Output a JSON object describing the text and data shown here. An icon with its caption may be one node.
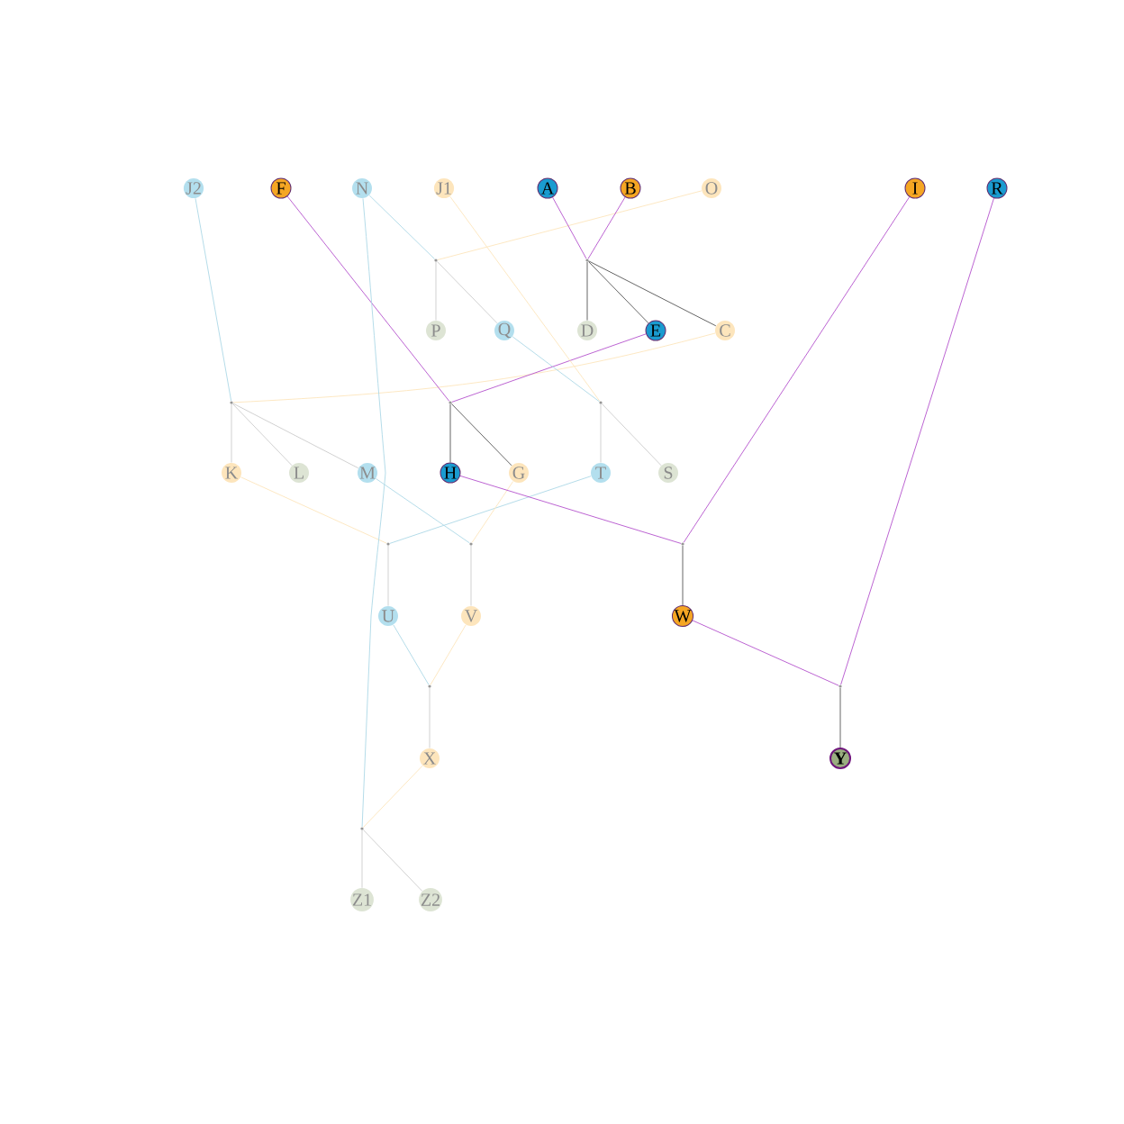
{
  "diagram": {
    "nodes": [
      {
        "text": [
          "J2"
        ]
      },
      {
        "text": [
          "F"
        ]
      },
      {
        "text": [
          "N"
        ]
      },
      {
        "text": [
          "J1"
        ]
      },
      {
        "text": [
          "A"
        ]
      },
      {
        "text": [
          "B"
        ]
      },
      {
        "text": [
          "O"
        ]
      },
      {
        "text": [
          "I"
        ]
      },
      {
        "text": [
          "R"
        ]
      },
      {
        "text": [],
        "shape": "point"
      },
      {
        "text": [],
        "shape": "point"
      },
      {
        "text": [
          "P"
        ]
      },
      {
        "text": [
          "Q"
        ]
      },
      {
        "text": [
          "D"
        ]
      },
      {
        "text": [
          "E"
        ]
      },
      {
        "text": [
          "C"
        ]
      },
      {
        "text": [],
        "shape": "point"
      },
      {
        "text": [],
        "shape": "point"
      },
      {
        "text": [],
        "shape": "point"
      },
      {
        "text": [
          "K"
        ]
      },
      {
        "text": [
          "L"
        ]
      },
      {
        "text": [
          "M"
        ]
      },
      {
        "text": [
          "H"
        ]
      },
      {
        "text": [
          "G"
        ]
      },
      {
        "text": [
          "T"
        ]
      },
      {
        "text": [
          "S"
        ]
      },
      {
        "text": [],
        "shape": "point"
      },
      {
        "text": [],
        "shape": "point"
      },
      {
        "text": [],
        "shape": "point"
      },
      {
        "text": [
          "U"
        ]
      },
      {
        "text": [
          "V"
        ]
      },
      {
        "text": [
          "W"
        ]
      },
      {
        "text": [],
        "shape": "point"
      },
      {
        "text": [],
        "shape": "point"
      },
      {
        "text": [
          "X"
        ]
      },
      {
        "text": [
          "Y"
        ]
      },
      {
        "text": [],
        "shape": "point"
      },
      {
        "text": [
          "Z1"
        ]
      },
      {
        "text": [
          "Z2"
        ]
      }
    ],
    "edges": [
      {
        "from": 2,
        "to": 9,
        "arrow": "none",
        "color": "#add8e6"
      },
      {
        "from": 6,
        "to": 9,
        "arrow": "none",
        "color": "#fde5bc"
      },
      {
        "from": 9,
        "to": 11,
        "arrow": "none"
      },
      {
        "from": 9,
        "to": 12,
        "arrow": "none"
      },
      {
        "from": 4,
        "to": 10,
        "arrow": "none",
        "color": "#b452cd"
      },
      {
        "from": 5,
        "to": 10,
        "arrow": "none",
        "color": "#b452cd"
      },
      {
        "from": 10,
        "to": 13,
        "arrow": "none",
        "color": "#555555"
      },
      {
        "from": 10,
        "to": 14,
        "arrow": "none",
        "color": "#555555"
      },
      {
        "from": 10,
        "to": 15,
        "arrow": "none",
        "color": "#555555"
      },
      {
        "from": 0,
        "to": 16,
        "arrow": "none",
        "color": "#add8e6"
      },
      {
        "from": 15,
        "to": 16,
        "arrow": "none",
        "color": "#fde5bc"
      },
      {
        "from": 16,
        "to": 19,
        "arrow": "none"
      },
      {
        "from": 16,
        "to": 20,
        "arrow": "none"
      },
      {
        "from": 16,
        "to": 21,
        "arrow": "none"
      },
      {
        "from": 1,
        "to": 17,
        "arrow": "none",
        "color": "#b452cd"
      },
      {
        "from": 14,
        "to": 17,
        "arrow": "none",
        "color": "#b452cd"
      },
      {
        "from": 17,
        "to": 22,
        "arrow": "none",
        "color": "#555555"
      },
      {
        "from": 17,
        "to": 23,
        "arrow": "none",
        "color": "#555555"
      },
      {
        "from": 3,
        "to": 18,
        "arrow": "none",
        "color": "#fde5bc"
      },
      {
        "from": 12,
        "to": 18,
        "arrow": "none",
        "color": "#add8e6"
      },
      {
        "from": 18,
        "to": 24,
        "arrow": "none"
      },
      {
        "from": 18,
        "to": 25,
        "arrow": "none"
      },
      {
        "from": 19,
        "to": 26,
        "arrow": "none",
        "color": "#fde5bc"
      },
      {
        "from": 24,
        "to": 26,
        "arrow": "none",
        "color": "#add8e6"
      },
      {
        "from": 26,
        "to": 29,
        "arrow": "none"
      },
      {
        "from": 21,
        "to": 27,
        "arrow": "none",
        "color": "#add8e6"
      },
      {
        "from": 23,
        "to": 27,
        "arrow": "none",
        "color": "#fde5bc"
      },
      {
        "from": 27,
        "to": 30,
        "arrow": "none"
      },
      {
        "from": 22,
        "to": 28,
        "arrow": "none",
        "color": "#b452cd"
      },
      {
        "from": 7,
        "to": 28,
        "arrow": "none",
        "color": "#b452cd"
      },
      {
        "from": 28,
        "to": 31,
        "arrow": "none",
        "color": "#555555"
      },
      {
        "from": 29,
        "to": 32,
        "arrow": "none",
        "color": "#add8e6"
      },
      {
        "from": 30,
        "to": 32,
        "arrow": "none",
        "color": "#fde5bc"
      },
      {
        "from": 32,
        "to": 34,
        "arrow": "none"
      },
      {
        "from": 31,
        "to": 33,
        "arrow": "none",
        "color": "#b452cd"
      },
      {
        "from": 8,
        "to": 33,
        "arrow": "none",
        "color": "#b452cd"
      },
      {
        "from": 33,
        "to": 35,
        "arrow": "none",
        "color": "#555555"
      },
      {
        "from": 2,
        "to": 36,
        "arrow": "none",
        "color": "#add8e6"
      },
      {
        "from": 34,
        "to": 36,
        "arrow": "none",
        "color": "#fde5bc"
      },
      {
        "from": 36,
        "to": 37,
        "arrow": "none"
      },
      {
        "from": 36,
        "to": 38,
        "arrow": "none"
      }
    ]
  }
}
